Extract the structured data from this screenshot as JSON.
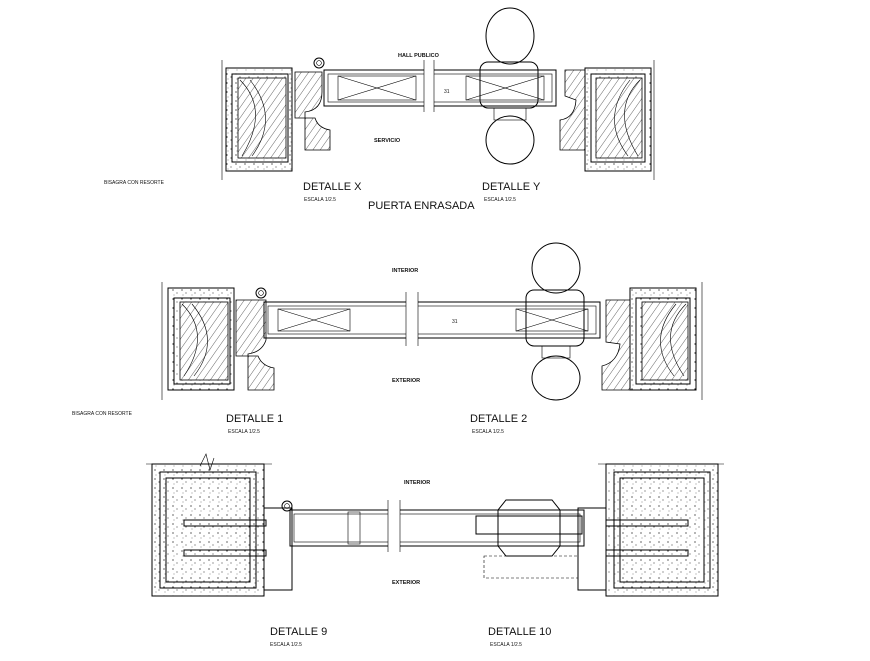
{
  "labels": {
    "hall_publico": "HALL PUBLICO",
    "servicio": "SERVICIO",
    "bisagra_top": "BISAGRA CON RESORTE",
    "detalle_x": "DETALLE X",
    "detalle_y": "DETALLE Y",
    "escala_x": "ESCALA 1/2.5",
    "escala_y": "ESCALA 1/2.5",
    "puerta_enrasada": "PUERTA ENRASADA",
    "interior_mid": "INTERIOR",
    "exterior_mid": "EXTERIOR",
    "bisagra_mid": "BISAGRA CON RESORTE",
    "detalle_1": "DETALLE 1",
    "detalle_2": "DETALLE 2",
    "escala_1": "ESCALA 1/2.5",
    "escala_2": "ESCALA 1/2.5",
    "interior_bot": "INTERIOR",
    "exterior_bot": "EXTERIOR",
    "detalle_9": "DETALLE 9",
    "detalle_10": "DETALLE 10",
    "escala_9": "ESCALA 1/2.5",
    "escala_10": "ESCALA 1/2.5",
    "dim_top": "31",
    "dim_mid": "31"
  }
}
